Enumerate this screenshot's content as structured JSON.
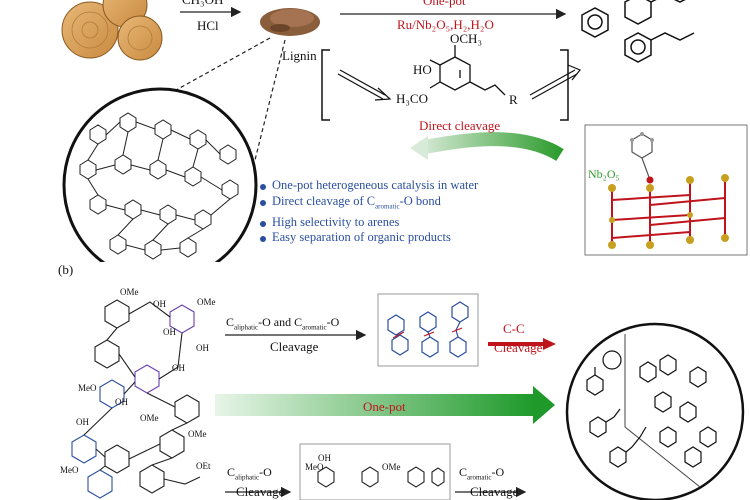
{
  "panel_a": {
    "reagent_top": "CH₃OH",
    "reagent_bottom": "HCl",
    "lignin_label": "Lignin",
    "onepot_label": "One-pot",
    "catalyst_label": "Ru/Nb₂O₅,H₂,H₂O",
    "mol_och3": "OCH₃",
    "mol_ho": "HO",
    "mol_h3co": "H₃CO",
    "mol_r": "R",
    "direct_cleavage": "Direct cleavage",
    "nb2o5_label": "Nb₂O₅",
    "bullets": [
      "One-pot heterogeneous catalysis in water",
      "Direct cleavage of C",
      "High selectivity to arenes",
      "Easy separation of organic products"
    ],
    "bullet2_sub": "aromatic",
    "bullet2_tail": "-O bond"
  },
  "panel_b": {
    "label": "(b)",
    "top_cond_c1": "C",
    "top_cond_sub1": "aliphatic",
    "top_cond_mid": "-O and C",
    "top_cond_sub2": "aromatic",
    "top_cond_end": "-O",
    "top_cleavage": "Cleavage",
    "cc_label": "C-C",
    "cc_cleavage": "Cleavage",
    "onepot_label": "One-pot",
    "bot_cond1_c": "C",
    "bot_cond1_sub": "aliphatic",
    "bot_cond1_end": "-O",
    "bot_cleavage1": "Cleavage",
    "bot_cond2_c": "C",
    "bot_cond2_sub": "aromatic",
    "bot_cond2_end": "-O",
    "bot_cleavage2": "Cleavage",
    "struct_labels": [
      "OH",
      "OH",
      "OMe",
      "OH",
      "OMe",
      "MeO",
      "OH",
      "OMe",
      "OMe",
      "OH",
      "MeO",
      "OEt",
      "OH",
      "OH",
      "MeO",
      "OMe"
    ]
  },
  "colors": {
    "red": "#c0141c",
    "blue": "#2a4fa0",
    "green": "#2e9c2e",
    "wood": "#d9a05b",
    "purple": "#6b3fb0"
  }
}
